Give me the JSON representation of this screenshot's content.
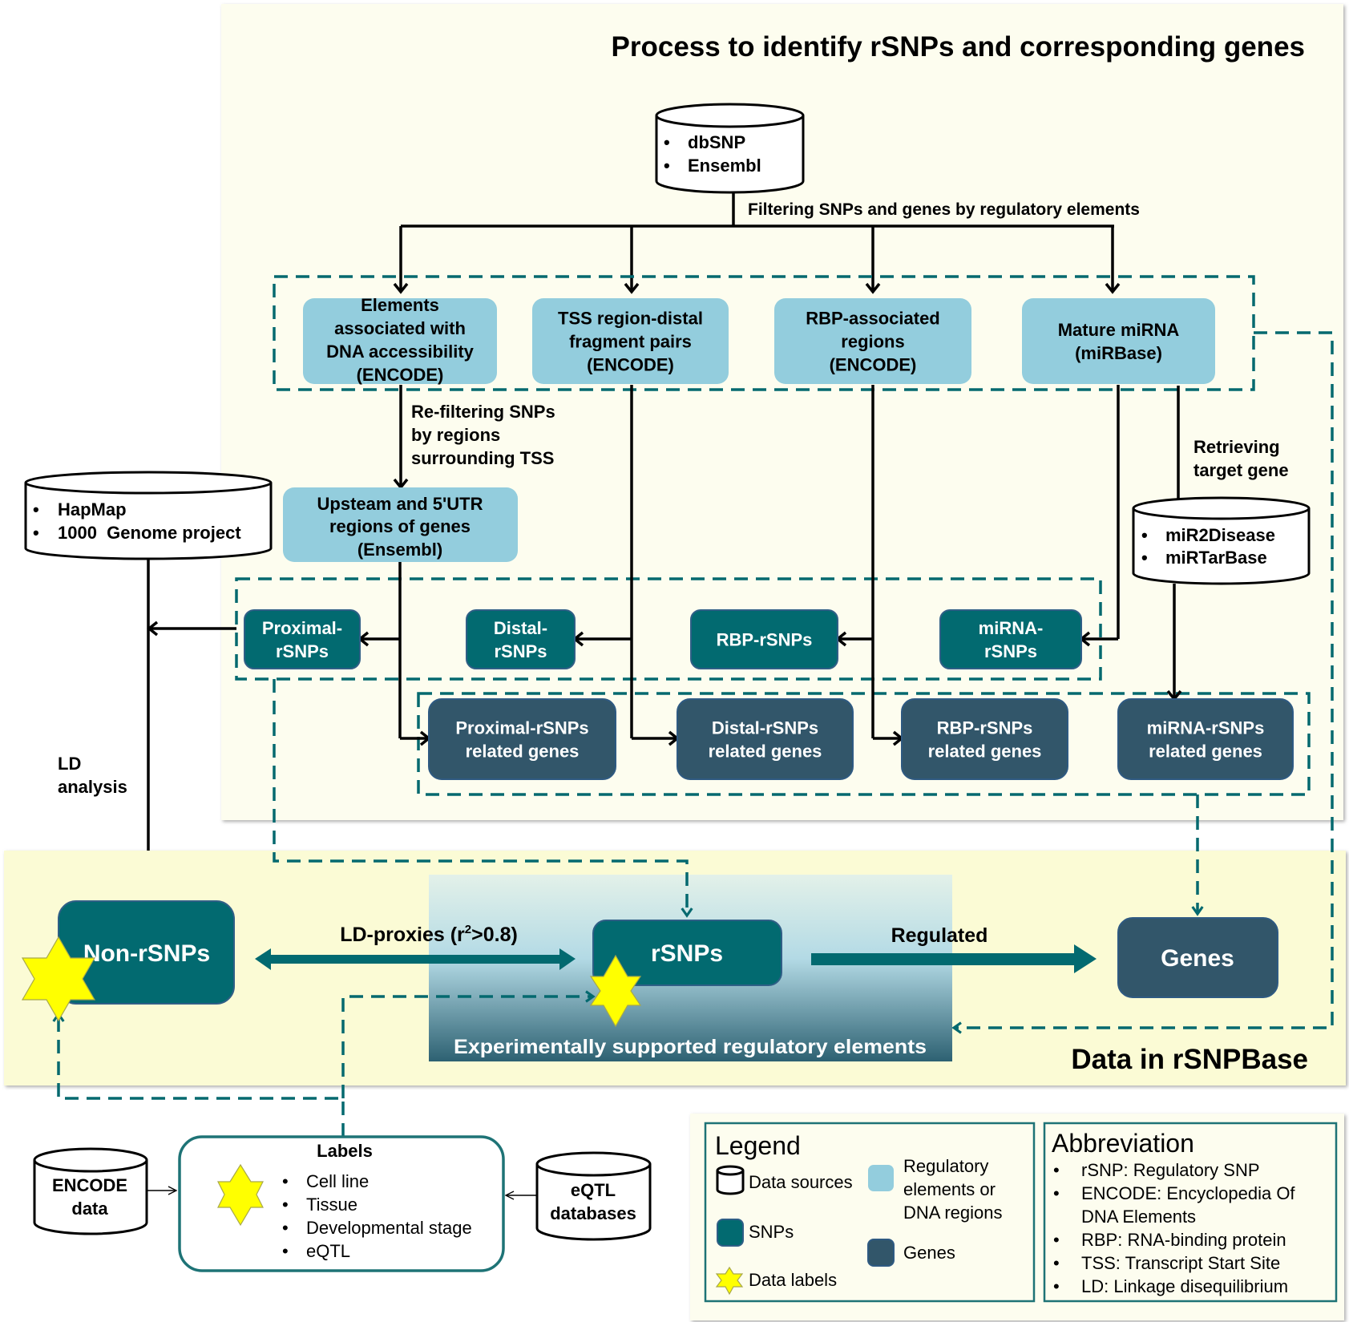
{
  "process_panel": {
    "title": "Process to identify rSNPs and corresponding genes",
    "source_db": {
      "items": [
        "dbSNP",
        "Ensembl"
      ]
    },
    "filter_label": "Filtering SNPs and genes by regulatory elements",
    "regulatory_elements": [
      {
        "lines": [
          "Elements",
          "associated with",
          "DNA accessibility",
          "(ENCODE)"
        ]
      },
      {
        "lines": [
          "TSS region-distal",
          "fragment pairs",
          "(ENCODE)"
        ]
      },
      {
        "lines": [
          "RBP-associated",
          "regions",
          "(ENCODE)"
        ]
      },
      {
        "lines": [
          "Mature miRNA",
          "(miRBase)"
        ]
      }
    ],
    "refilter_label": [
      "Re-filtering SNPs",
      "by regions",
      "surrounding TSS"
    ],
    "upstream_box": [
      "Upsteam and 5'UTR",
      "regions of genes",
      "(Ensembl)"
    ],
    "retrieving_label": [
      "Retrieving",
      "target gene"
    ],
    "mirna_db": {
      "items": [
        "miR2Disease",
        "miRTarBase"
      ]
    },
    "ld_db": {
      "items": [
        "HapMap",
        "1000  Genome project"
      ]
    },
    "ld_label": [
      "LD",
      "analysis"
    ],
    "rsnp_boxes": [
      {
        "lines": [
          "Proximal-",
          "rSNPs"
        ]
      },
      {
        "lines": [
          "Distal-",
          "rSNPs"
        ]
      },
      {
        "lines": [
          "RBP-rSNPs"
        ]
      },
      {
        "lines": [
          "miRNA-",
          "rSNPs"
        ]
      }
    ],
    "gene_boxes": [
      {
        "lines": [
          "Proximal-rSNPs",
          "related genes"
        ]
      },
      {
        "lines": [
          "Distal-rSNPs",
          "related genes"
        ]
      },
      {
        "lines": [
          "RBP-rSNPs",
          "related genes"
        ]
      },
      {
        "lines": [
          "miRNA-rSNPs",
          "related genes"
        ]
      }
    ]
  },
  "data_panel": {
    "title": "Data in rSNPBase",
    "non_rsnps": "Non-rSNPs",
    "rsnps": "rSNPs",
    "genes": "Genes",
    "ld_proxies_prefix": "LD-proxies (r",
    "ld_proxies_sup": "2",
    "ld_proxies_suffix": ">0.8)",
    "regulated": "Regulated",
    "experimental": "Experimentally supported regulatory elements"
  },
  "labels_section": {
    "title": "Labels",
    "items": [
      "Cell line",
      "Tissue",
      "Developmental stage",
      "eQTL"
    ],
    "encode_db": [
      "ENCODE",
      "data"
    ],
    "eqtl_db": [
      "eQTL",
      "databases"
    ]
  },
  "legend": {
    "title": "Legend",
    "data_sources": "Data sources",
    "regulatory": [
      "Regulatory",
      "elements or",
      "DNA regions"
    ],
    "snps": "SNPs",
    "genes": "Genes",
    "data_labels": "Data labels"
  },
  "abbreviation": {
    "title": "Abbreviation",
    "items": [
      [
        "rSNP: Regulatory SNP"
      ],
      [
        "ENCODE: Encyclopedia Of",
        "DNA Elements"
      ],
      [
        "RBP: RNA-binding protein"
      ],
      [
        "TSS: Transcript Start Site"
      ],
      [
        "LD: Linkage disequilibrium"
      ]
    ]
  },
  "colors": {
    "regulatory": "#93CDDD",
    "snp": "#026A70",
    "gene": "#32566A",
    "dashed_connector": "#04696F",
    "label_star": "#FFFF00",
    "process_panel_bg": "#FDFDEF",
    "data_panel_bg": "#FBFBD5"
  }
}
